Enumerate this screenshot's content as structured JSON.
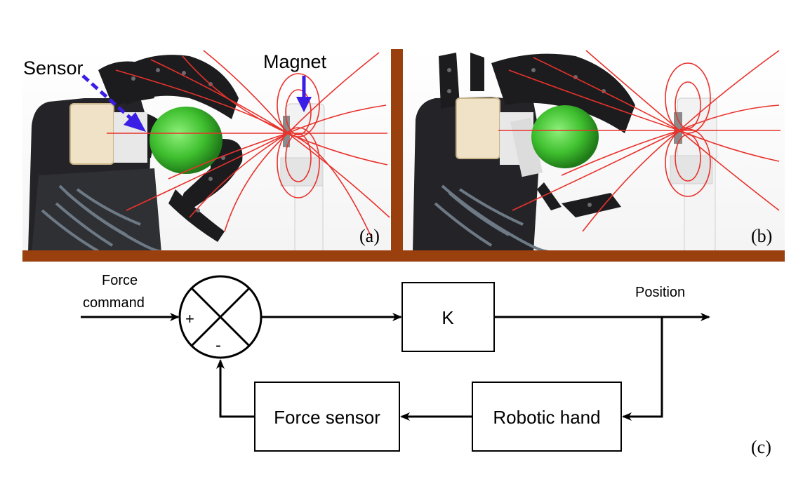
{
  "photo_a": {
    "sensor_label": "Sensor",
    "magnet_label": "Magnet",
    "panel_label": "(a)"
  },
  "photo_b": {
    "panel_label": "(b)"
  },
  "block_diagram": {
    "input_label_line1": "Force",
    "input_label_line2": "command",
    "plus_sign": "+",
    "minus_sign": "-",
    "gain_block": "K",
    "output_label": "Position",
    "plant_block": "Robotic hand",
    "sensor_block": "Force sensor",
    "panel_label": "(c)"
  },
  "colors": {
    "field_lines": "#e8322c",
    "arrow": "#3a1ee6",
    "floor": "#9a3f0e",
    "ball": "#3fbf2f",
    "hand": "#1c1c1e"
  }
}
